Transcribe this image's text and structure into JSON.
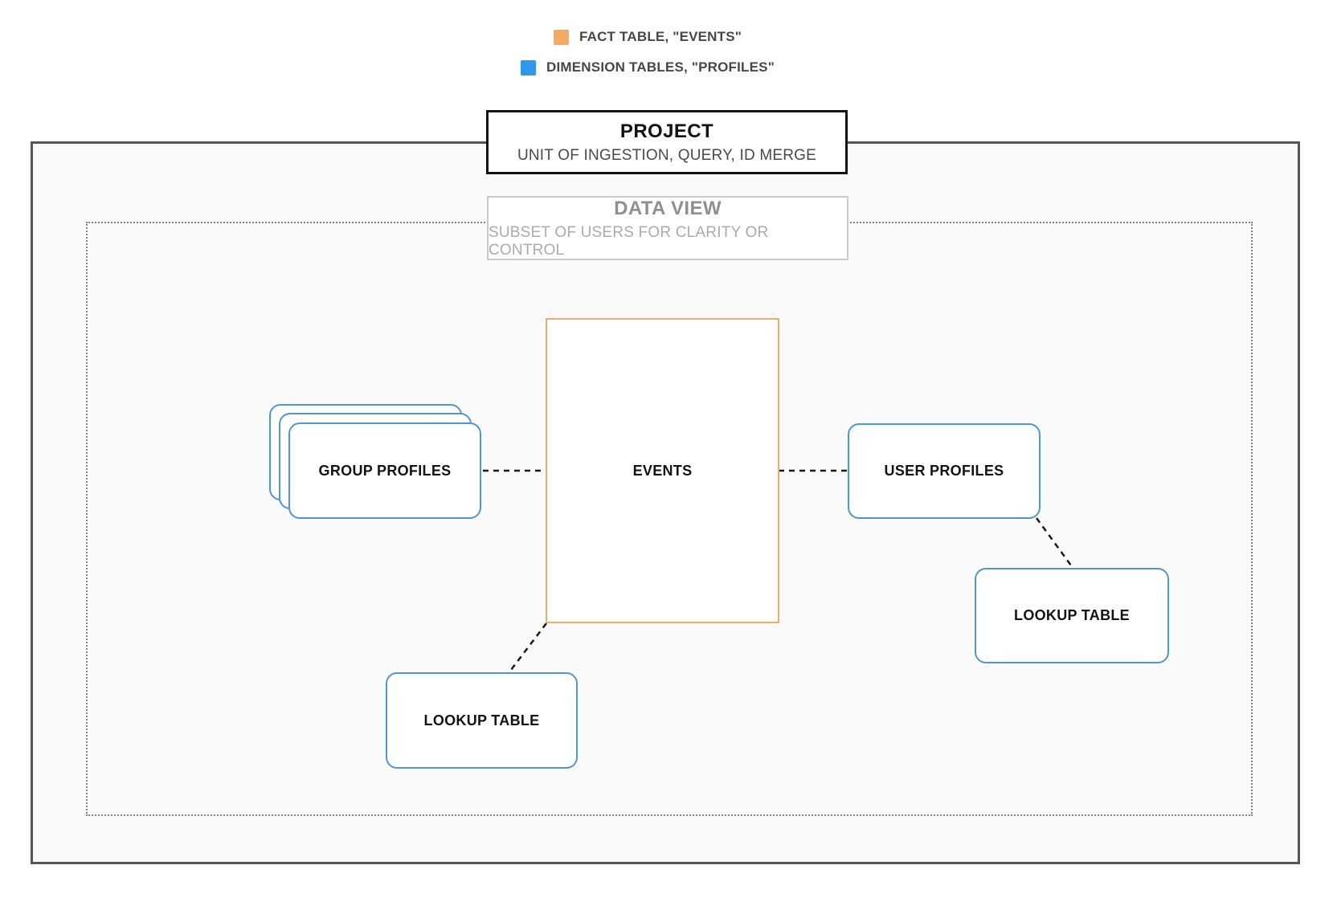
{
  "legend": {
    "items": [
      {
        "id": "fact-table",
        "label": "FACT TABLE, \"EVENTS\""
      },
      {
        "id": "dimension-tables",
        "label": "DIMENSION TABLES, \"PROFILES\""
      }
    ]
  },
  "project": {
    "title": "PROJECT",
    "subtitle": "UNIT OF INGESTION, QUERY, ID MERGE"
  },
  "data_view": {
    "title": "DATA VIEW",
    "subtitle": "SUBSET OF USERS FOR CLARITY OR CONTROL"
  },
  "nodes": {
    "events": {
      "label": "EVENTS"
    },
    "group_profiles": {
      "label": "GROUP PROFILES"
    },
    "user_profiles": {
      "label": "USER PROFILES"
    },
    "lookup_table_bottom": {
      "label": "LOOKUP TABLE"
    },
    "lookup_table_right": {
      "label": "LOOKUP TABLE"
    }
  },
  "colors": {
    "fact": "#F4AA61",
    "fact-border": "#E8AF6F",
    "dimension": "#2F98EA",
    "dimension-border": "#5296D0",
    "connector": "#1A1A1A",
    "container-border": "#565656"
  }
}
